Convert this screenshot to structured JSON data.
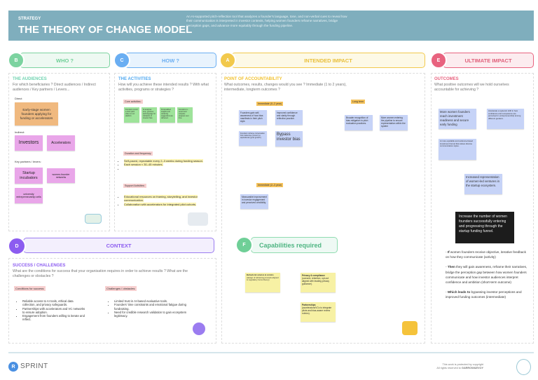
{
  "header": {
    "kicker": "STRATEGY",
    "title": "THE THEORY OF CHANGE MODEL",
    "description": "An AI-supported pitch-reflection tool that analyzes a founder's language, tone, and non-verbal cues to reveal how their communication is interpreted in investor contexts, helping women founders reframe narratives, bridge perception gaps, and advance more equitably through the funding pipeline."
  },
  "colors": {
    "header": "#7faebd",
    "who": "#7cd3a0",
    "how": "#6aaef2",
    "intended": "#f2c94c",
    "ultimate": "#e8637f",
    "context": "#8c5cf0",
    "capabilities": "#6fcf97"
  },
  "sections": {
    "who": {
      "letter": "B",
      "label": "WHO ?",
      "title": "THE AUDIENCES",
      "subtitle": "For which beneficiaries ? Direct audiences / Indirect audiences / Key partners / Levers...",
      "direct_label": "Direct",
      "direct": "Early-stage women founders applying for funding or accelerators",
      "indirect_label": "Indirect:",
      "indirect": [
        "Investors",
        "Accelerators"
      ],
      "partners_label": "Key partners / levers:",
      "partners": [
        "Startup incubators",
        "women-founder networks",
        "university entrepreneurship cells"
      ]
    },
    "how": {
      "letter": "C",
      "label": "HOW ?",
      "title": "THE ACTIVITIES",
      "subtitle": "How will you achieve these intended results ? With what activities, programs or strategies ?",
      "core_label": "Core activities:",
      "core": [
        "Founders record a short pitch video on our platform.",
        "AI analyzes tone, gestures and language for indicators of investor bias.",
        "Personalized insights and reframing suggestions are delivered.",
        "Founders re-record and compare progress over time."
      ],
      "duration_label": "Duration and frequency:",
      "duration": [
        "Self-paced, repeatable every 2–3 weeks during funding season.",
        "Each session ≈ 30–45 minutes.",
        ""
      ],
      "support_label": "Support Activities:",
      "support": [
        "Educational resources on framing, storytelling, and investor communication.",
        "Collaboration with accelerators for integrated pilot cohorts."
      ]
    },
    "intended": {
      "letter": "A",
      "label": "INTENDED IMPACT",
      "title": "POINT OF ACCOUNTABILITY",
      "subtitle": "What outcomes, results, changes would you see ? Immediate (1 to 2 years), intermediate, longterm outcomes ?",
      "immediate_label": "Immediate (0–2 year)",
      "immediate": [
        "Founders gain self-awareness of how bias manifests in their pitch style.",
        "Improved confidence and clarity through reflective practice.",
        "Founders reframe conversation from defensive ('prove') to aspirational ('grow growth')",
        "Bypass investor bias"
      ],
      "long_label": "Long term",
      "long": [
        "Broader recognition of bias mitigation in pitch evaluation practices.",
        "More women entering the pipeline to ensure representation within the system"
      ],
      "intermediate_label": "Immediate (2–3 year)",
      "intermediate": [
        "Measurable improvement in investor engagement and perceived credibility."
      ]
    },
    "ultimate": {
      "letter": "E",
      "label": "ULTIMATE IMPACT",
      "title": "OUTCOMES",
      "subtitle": "What positive outcomes will we hold ourselves accountable for achieving ?",
      "outcomes": [
        "More women founders reach investment readiness and secure early funding",
        "Accelerate a systemic shift in how confidence and competence are perceived in entrepreneurship among different genders.",
        "A more equitable and evidence-based investment funnel that values diverse communication styles.",
        "Increased representation of women-led ventures in the startup ecosystem."
      ],
      "goal": "Increase the number of women founders successfully entering and progressing through the startup funding funnel.",
      "logic": [
        {
          "lead": "If",
          "text": " women founders receive objective, iterative feedback on how they communicate (activity)"
        },
        {
          "lead": "Then",
          "text": " they will gain awareness, reframe their narratives, bridge the perception gap between how women founders communicate and how investor audiences interpret confidence and ambition (short-term outcome)"
        },
        {
          "lead": "Which leads to",
          "text": " bypassing investor perceptions and improved funding outcomes (intermediate)"
        }
      ]
    },
    "context": {
      "letter": "D",
      "label": "CONTEXT",
      "title": "SUCCESS / CHALLENGES",
      "subtitle": "What are the conditions for success that your organisation requires in order to achieve results ? What are the challenges or obstacles ?",
      "conditions_label": "Conditions for success:",
      "conditions": [
        "Reliable access to AI tools, ethical data collection, and privacy safeguards.",
        "Partnerships with accelerators and VC networks to ensure adoption.",
        "Engagement from founders willing to iterate and reflect."
      ],
      "challenges_label": "Challenges / obstacles:",
      "challenges": [
        "Limited trust in AI-based evaluative tools.",
        "Founders' time constraints and emotional fatigue during fundraising.",
        "Need for credible research validation to gain ecosystem legitimacy."
      ]
    },
    "capabilities": {
      "letter": "F",
      "label": "Capabilities required",
      "items": [
        {
          "lead": "Behavioral science & comms",
          "text": " (design of reframing prompts aligned to regulatory focus theory)."
        },
        {
          "lead": "Privacy & compliance",
          "text": " (consent, retention, opt-out aligned with leading privacy guidance)."
        },
        {
          "lead": "Partnerships",
          "text": " (accelerators/VCs to integrate pilots and bias-aware review rubrics)."
        }
      ]
    }
  },
  "footer": {
    "logo_letter": "R",
    "brand": "SPRINT",
    "copyright_line1": "This work is protected by copyright",
    "copyright_line2": "All rights reserved to ",
    "owner": "GARROW&EVOY"
  }
}
